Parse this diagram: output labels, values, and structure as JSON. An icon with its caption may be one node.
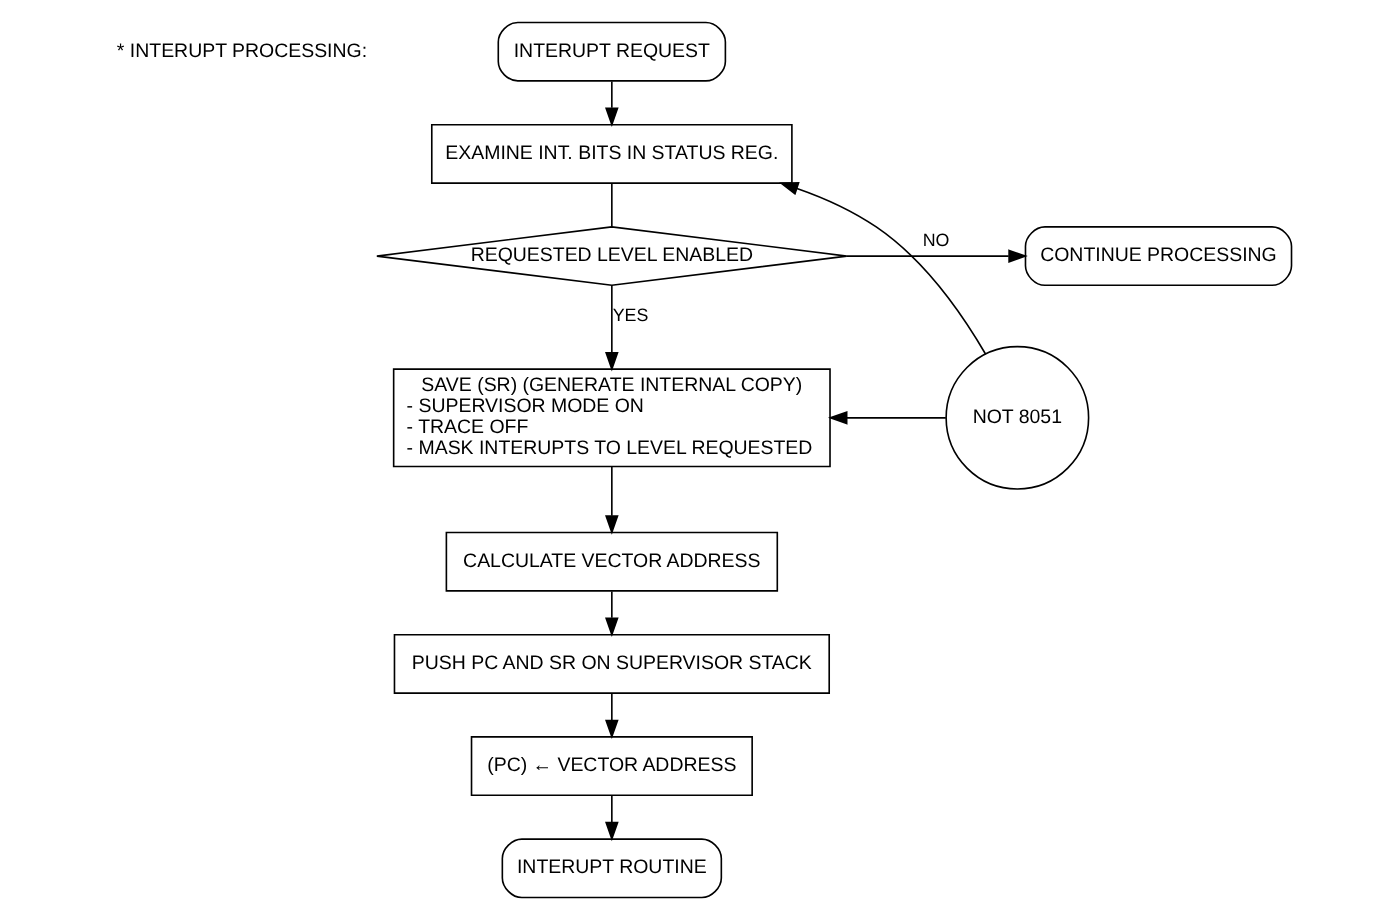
{
  "diagram": {
    "nodes": [
      {
        "text": [
          "INTERUPT REQUEST"
        ]
      },
      {
        "text": [
          "EXAMINE INT. BITS IN STATUS REG."
        ]
      },
      {
        "text": [
          "REQUESTED LEVEL ENABLED"
        ]
      },
      {
        "text": [
          "CONTINUE PROCESSING"
        ]
      },
      {
        "text": [
          "SAVE (SR) (GENERATE INTERNAL COPY)",
          "- SUPERVISOR MODE ON",
          "- TRACE OFF",
          "- MASK INTERUPTS TO LEVEL REQUESTED"
        ]
      },
      {
        "text": [
          "CALCULATE VECTOR ADDRESS"
        ]
      },
      {
        "text": [
          "PUSH PC AND SR ON SUPERVISOR STACK"
        ]
      },
      {
        "text": [
          "(PC) ← VECTOR ADDRESS"
        ]
      },
      {
        "text": [
          "INTERUPT ROUTINE"
        ]
      },
      {
        "text": [
          "NOT 8051"
        ]
      }
    ],
    "edges": [
      {
        "from": 0,
        "to": 1,
        "arrow": "to"
      },
      {
        "from": 1,
        "to": 2,
        "arrow": "none"
      },
      {
        "from": 2,
        "to": 3,
        "arrow": "to",
        "label": "NO"
      },
      {
        "from": 2,
        "to": 4,
        "arrow": "to",
        "label": "YES"
      },
      {
        "from": 4,
        "to": 5,
        "arrow": "to"
      },
      {
        "from": 5,
        "to": 6,
        "arrow": "to"
      },
      {
        "from": 6,
        "to": 7,
        "arrow": "to"
      },
      {
        "from": 7,
        "to": 8,
        "arrow": "to"
      },
      {
        "from": 9,
        "to": 1,
        "arrow": "to"
      },
      {
        "from": 9,
        "to": 4,
        "arrow": "to"
      }
    ],
    "labels": [
      "* INTERUPT PROCESSING:"
    ]
  }
}
